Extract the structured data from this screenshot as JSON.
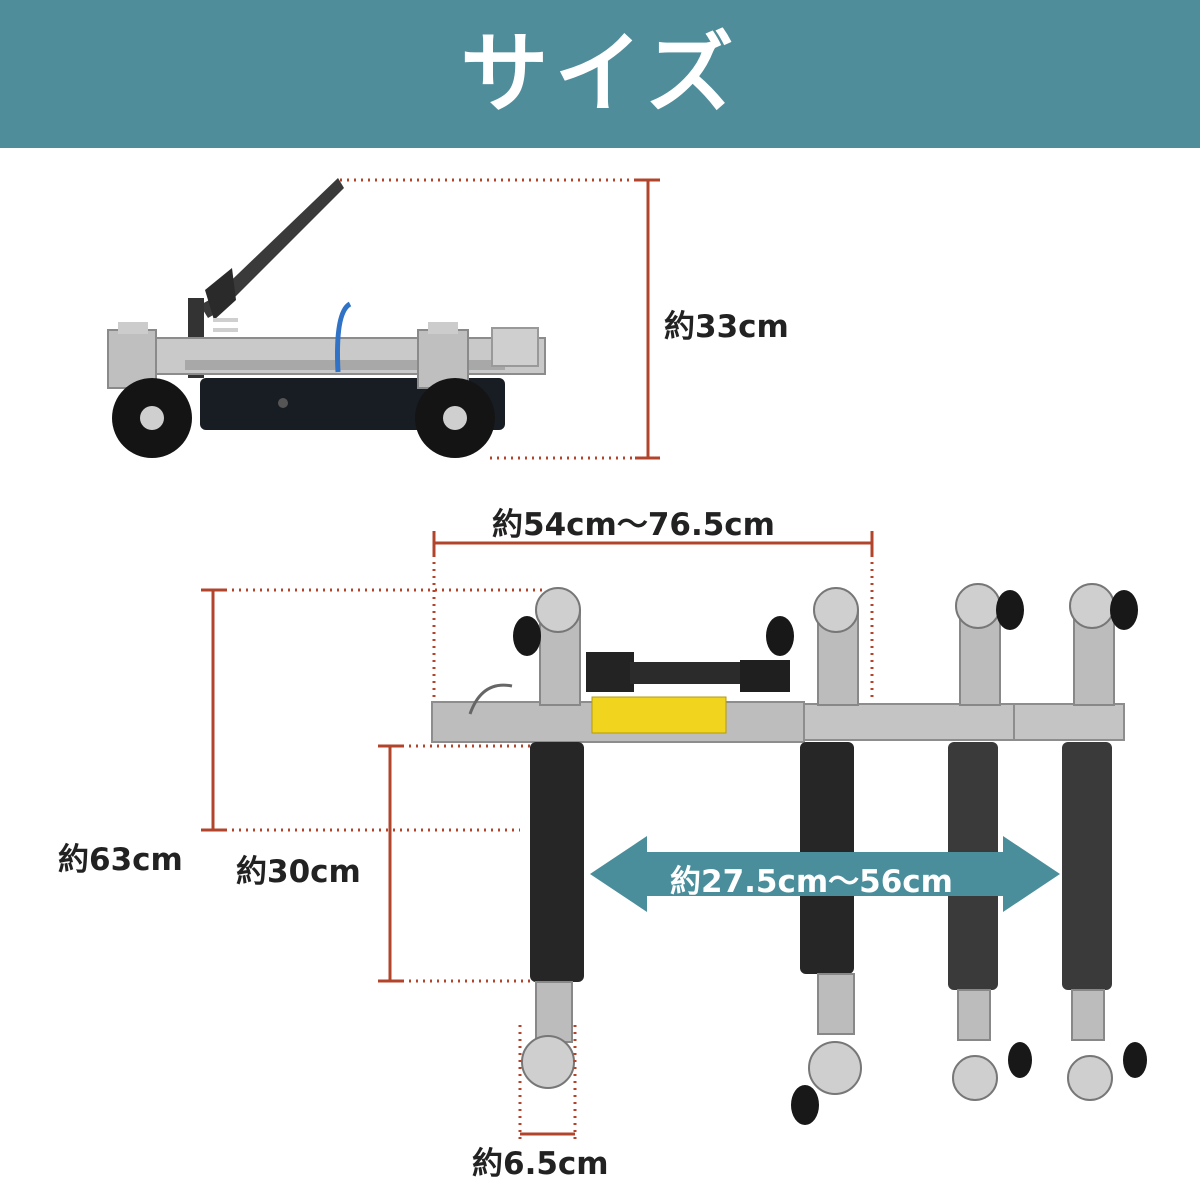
{
  "header": {
    "title": "サイズ"
  },
  "dimensions": {
    "height": "約33cm",
    "width_range": "約54cm〜76.5cm",
    "length": "約63cm",
    "pad_length": "約30cm",
    "opening_range": "約27.5cm〜56cm",
    "wheel_width": "約6.5cm"
  },
  "colors": {
    "header_bg": "#4f8d9b",
    "dimension_line": "#b2442c",
    "arrow": "#4a8e9c"
  }
}
